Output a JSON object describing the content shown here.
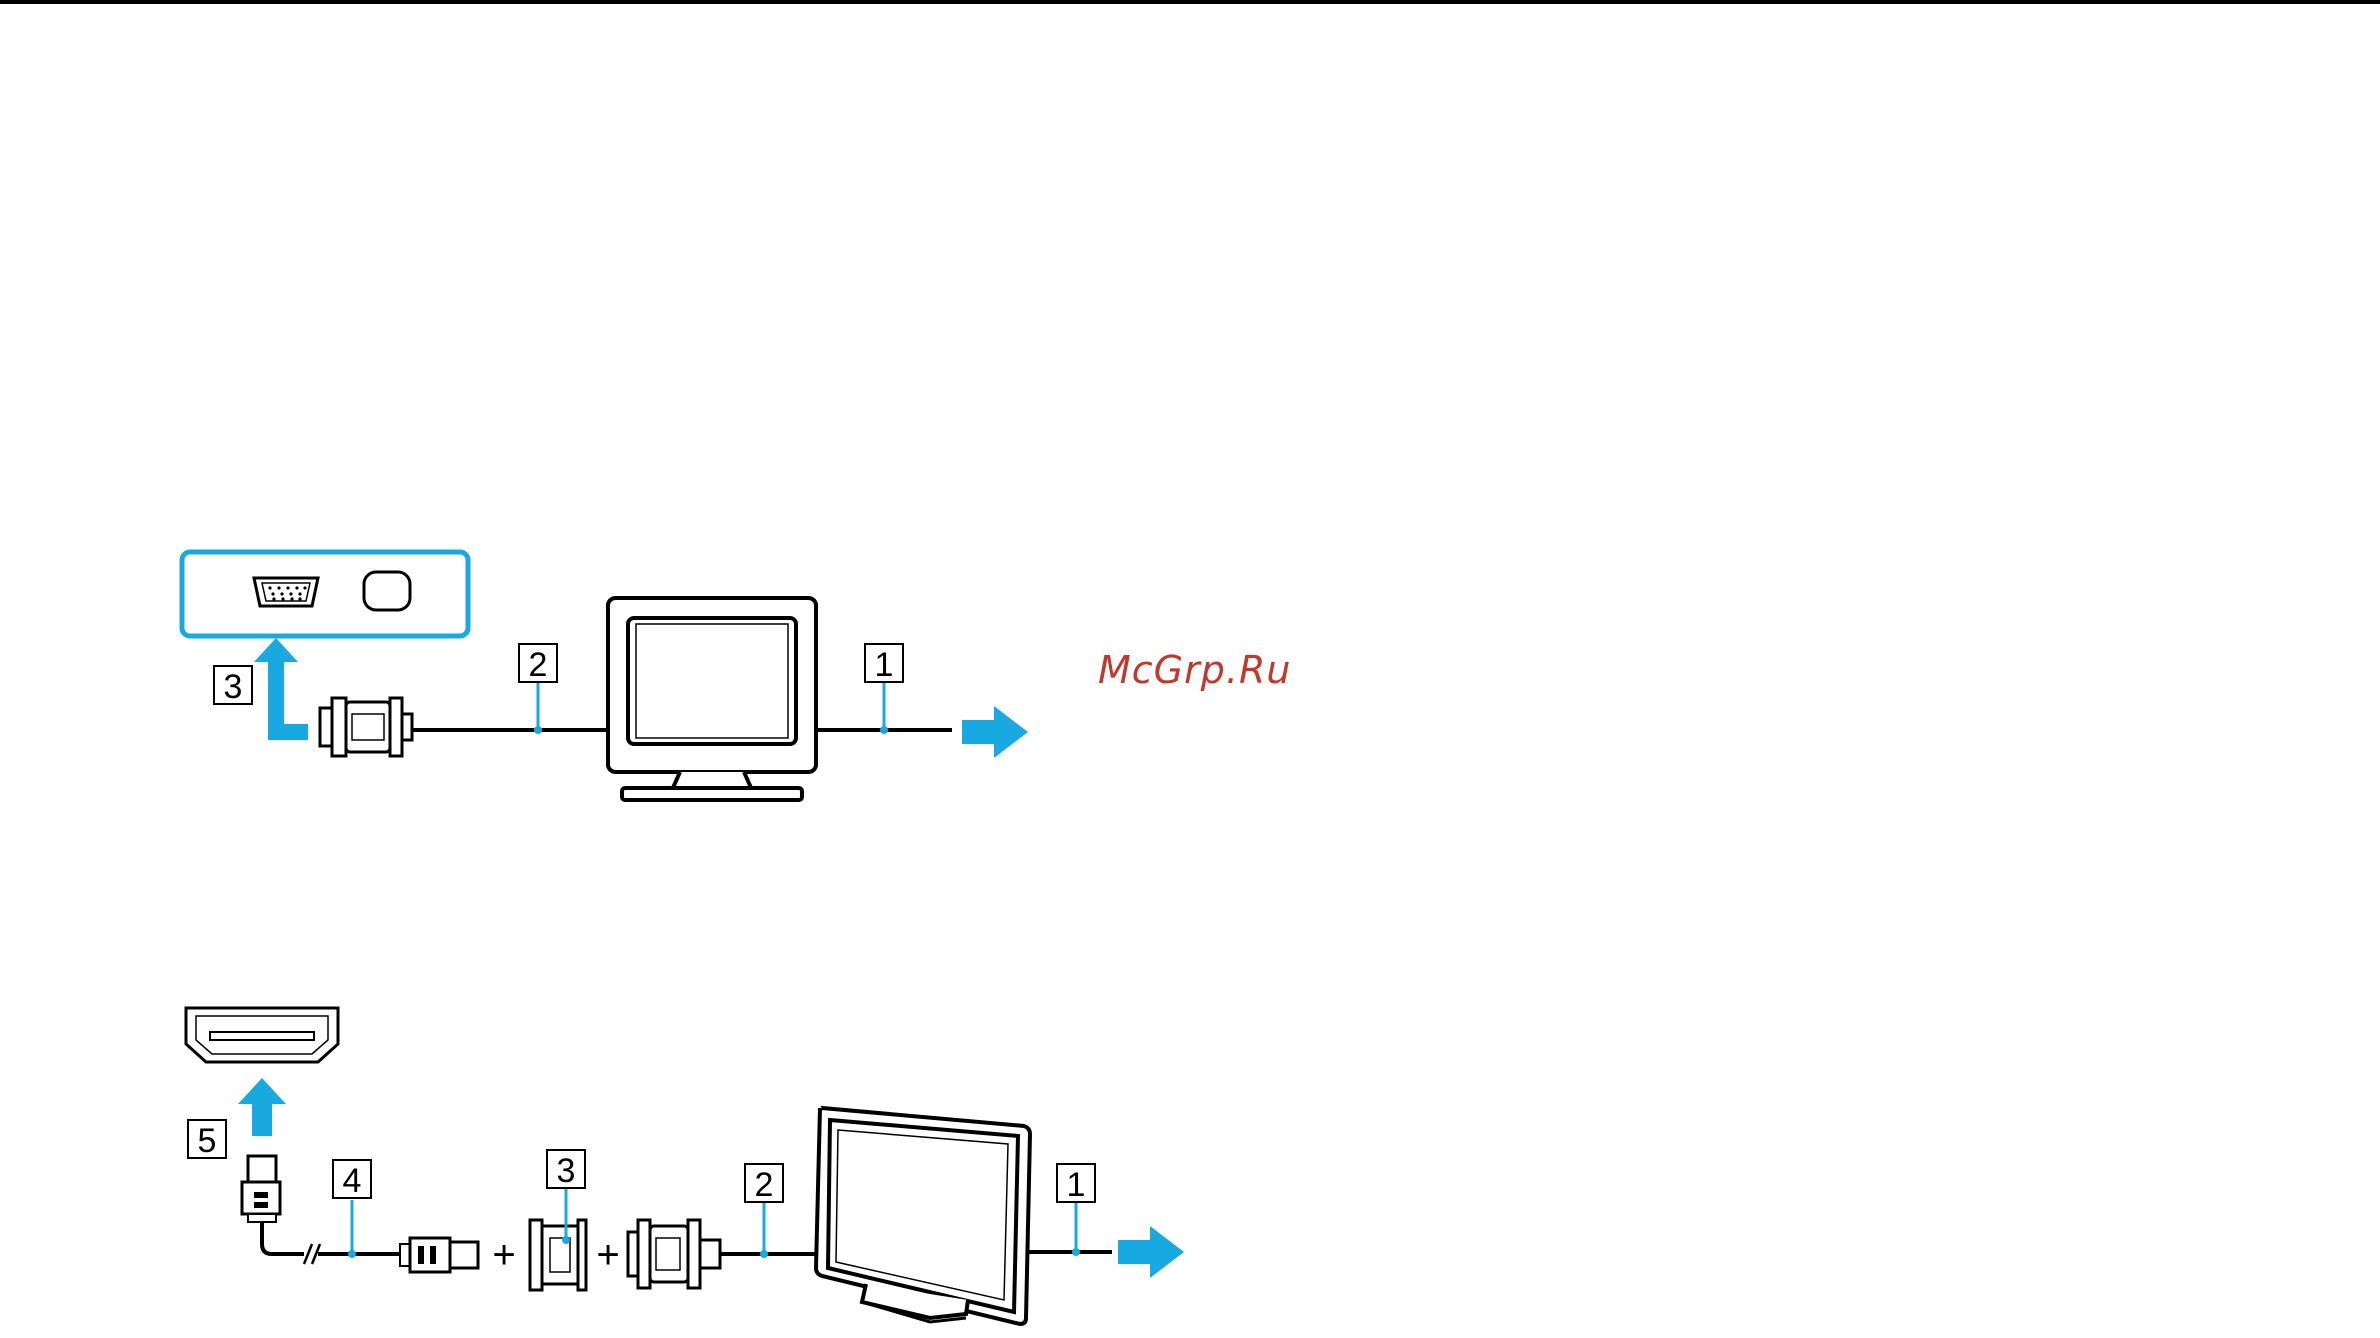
{
  "watermark": {
    "text": "McGrp.Ru"
  },
  "colors": {
    "accent_blue": "#19a9e1",
    "line": "#000000",
    "watermark": "#c0392b"
  },
  "diagram_vga": {
    "callouts": [
      "1",
      "2",
      "3"
    ]
  },
  "diagram_hdmi": {
    "callouts": [
      "1",
      "2",
      "3",
      "4",
      "5"
    ],
    "plus_signs": [
      "+",
      "+"
    ]
  }
}
